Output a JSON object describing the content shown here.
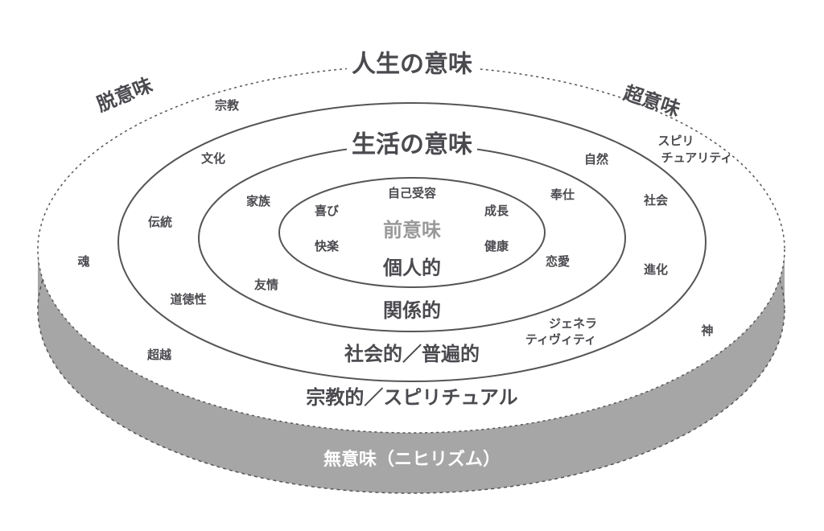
{
  "titles": {
    "life": "人生の意味",
    "living": "生活の意味",
    "pre": "前意味",
    "personal": "個人的",
    "relational": "関係的",
    "social": "社会的／普遍的",
    "religious": "宗教的／スピリチュアル",
    "nihil": "無意味（ニヒリズム）",
    "de": "脱意味",
    "super": "超意味"
  },
  "inner": [
    "喜び",
    "自己受容",
    "成長",
    "快楽",
    "健康"
  ],
  "middle": [
    "家族",
    "奉仕",
    "友情",
    "恋愛"
  ],
  "outer": [
    "文化",
    "伝統",
    "道徳性",
    "自然",
    "社会",
    "進化",
    "ジェネラ",
    "ティヴィティ"
  ],
  "outermost": [
    "宗教",
    "魂",
    "超越",
    "スピリ",
    "チュアリティ",
    "神"
  ],
  "colors": {
    "text": "#4a4a4f",
    "cylinder": "#a6a6a6",
    "pre": "#999999"
  }
}
